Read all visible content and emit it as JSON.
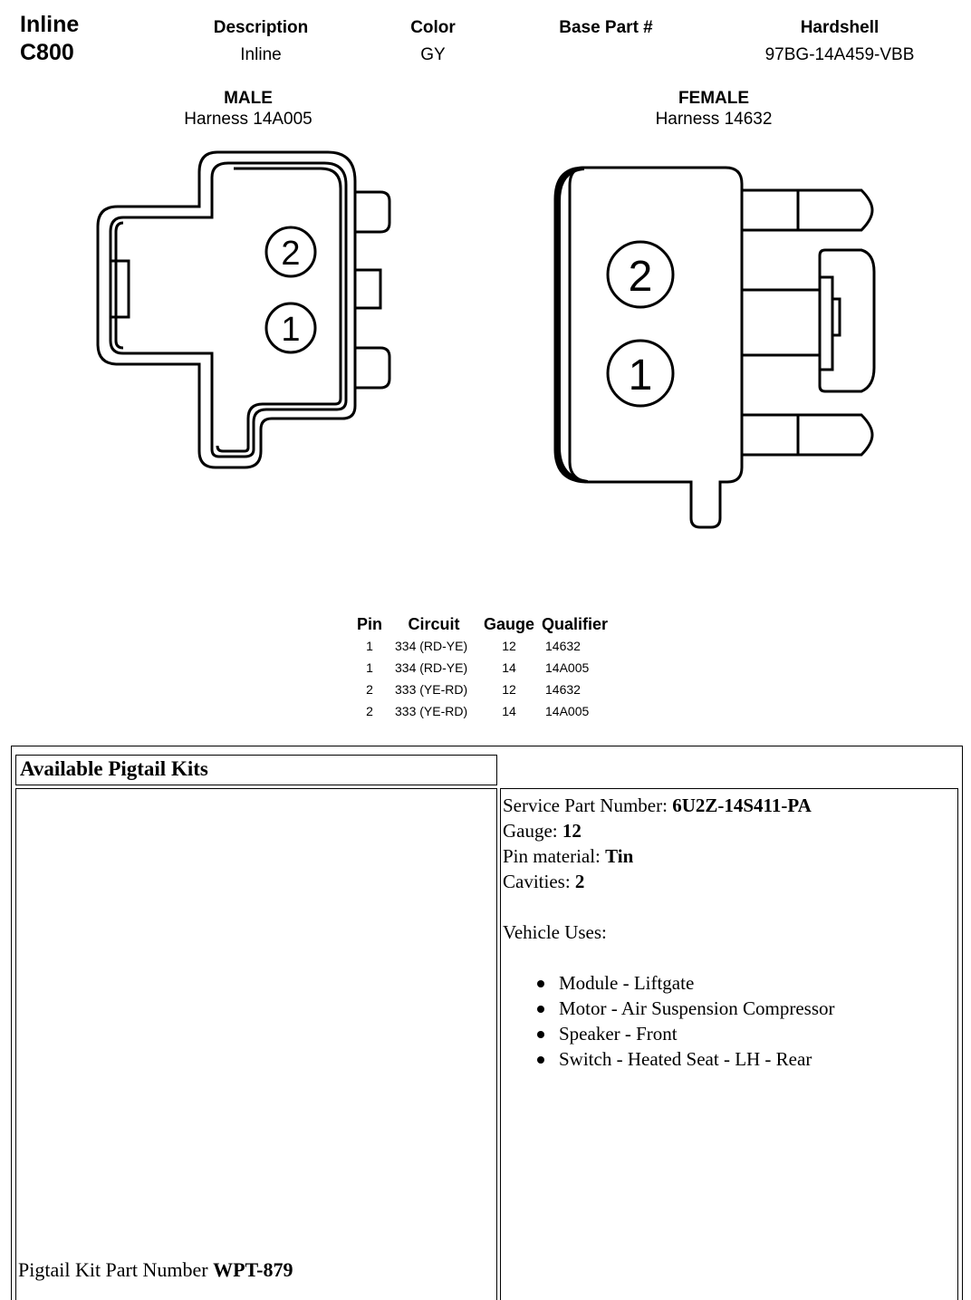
{
  "header": {
    "line1": "Inline",
    "line2": "C800",
    "columns": [
      {
        "label": "Description",
        "value": "Inline"
      },
      {
        "label": "Color",
        "value": "GY"
      },
      {
        "label": "Base Part #",
        "value": ""
      },
      {
        "label": "Hardshell",
        "value": "97BG-14A459-VBB"
      }
    ]
  },
  "male": {
    "label": "MALE",
    "harness": "Harness 14A005",
    "pins": [
      "2",
      "1"
    ]
  },
  "female": {
    "label": "FEMALE",
    "harness": "Harness 14632",
    "pins": [
      "2",
      "1"
    ]
  },
  "pin_table": {
    "headers": [
      "Pin",
      "Circuit",
      "Gauge",
      "Qualifier"
    ],
    "rows": [
      [
        "1",
        "334 (RD-YE)",
        "12",
        "14632"
      ],
      [
        "1",
        "334 (RD-YE)",
        "14",
        "14A005"
      ],
      [
        "2",
        "333 (YE-RD)",
        "12",
        "14632"
      ],
      [
        "2",
        "333 (YE-RD)",
        "14",
        "14A005"
      ]
    ]
  },
  "pigtail": {
    "title": "Available Pigtail Kits",
    "service_label": "Service Part Number: ",
    "service_value": "6U2Z-14S411-PA",
    "gauge_label": "Gauge: ",
    "gauge_value": "12",
    "pin_label": "Pin material: ",
    "pin_value": "Tin",
    "cavities_label": "Cavities: ",
    "cavities_value": "2",
    "uses_label": "Vehicle Uses:",
    "uses": [
      "Module - Liftgate",
      "Motor - Air Suspension Compressor",
      "Speaker - Front",
      "Switch - Heated Seat - LH - Rear"
    ],
    "kit_label": "Pigtail Kit Part Number ",
    "kit_value": "WPT-879"
  }
}
